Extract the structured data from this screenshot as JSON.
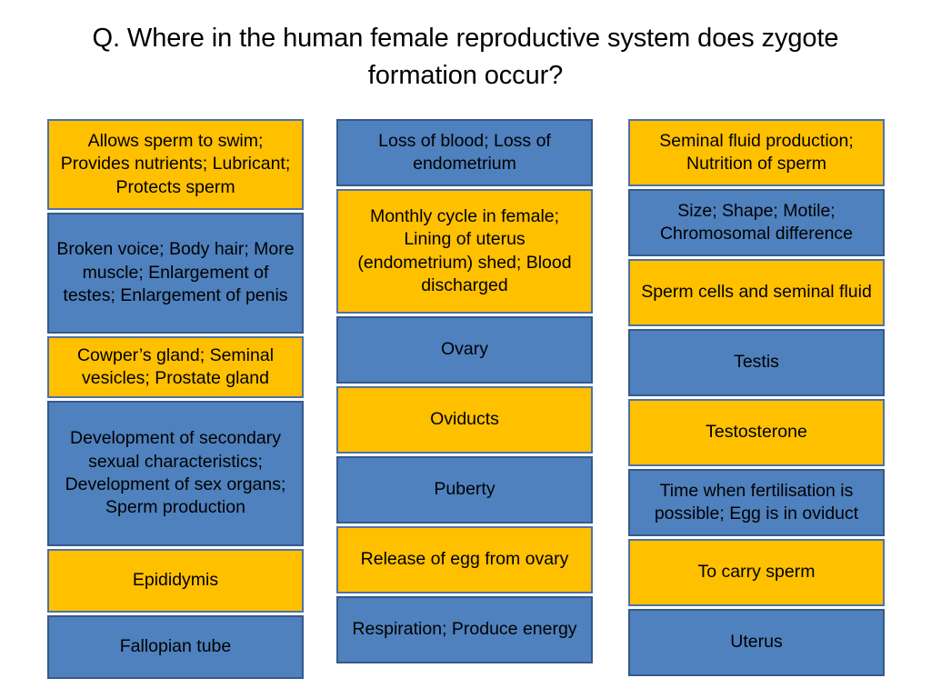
{
  "slide": {
    "title": "Q. Where in the human female reproductive system does zygote formation occur?",
    "background_color": "#ffffff",
    "yellow_color": "#FFC000",
    "yellow_border_color": "#4E71A8",
    "blue_color": "#4E81BD",
    "blue_border_color": "#37598B",
    "text_color": "#000000"
  },
  "columns": [
    {
      "name": "column-1",
      "cards": [
        {
          "text": "Allows sperm to swim; Provides nutrients; Lubricant; Protects sperm",
          "color": "yellow",
          "height": 100
        },
        {
          "text": "Broken voice; Body hair; More muscle; Enlargement of testes; Enlargement of penis",
          "color": "blue",
          "height": 133
        },
        {
          "text": "Cowper’s gland; Seminal vesicles; Prostate gland",
          "color": "yellow",
          "height": 68
        },
        {
          "text": "Development of secondary sexual characteristics; Development of sex organs; Sperm production",
          "color": "blue",
          "height": 160
        },
        {
          "text": "Epididymis",
          "color": "yellow",
          "height": 70
        },
        {
          "text": "Fallopian tube",
          "color": "blue",
          "height": 70
        }
      ]
    },
    {
      "name": "column-2",
      "cards": [
        {
          "text": "Loss of blood; Loss of endometrium",
          "color": "blue",
          "height": 74
        },
        {
          "text": "Monthly cycle in female; Lining of uterus (endometrium) shed; Blood discharged",
          "color": "yellow",
          "height": 137
        },
        {
          "text": "Ovary",
          "color": "blue",
          "height": 74
        },
        {
          "text": "Oviducts",
          "color": "yellow",
          "height": 74
        },
        {
          "text": "Puberty",
          "color": "blue",
          "height": 74
        },
        {
          "text": "Release of egg from ovary",
          "color": "yellow",
          "height": 74
        },
        {
          "text": "Respiration; Produce energy",
          "color": "blue",
          "height": 74
        }
      ]
    },
    {
      "name": "column-3",
      "cards": [
        {
          "text": "Seminal fluid production; Nutrition of sperm",
          "color": "yellow",
          "height": 74
        },
        {
          "text": "Size; Shape; Motile; Chromosomal difference",
          "color": "blue",
          "height": 74
        },
        {
          "text": "Sperm cells and seminal fluid",
          "color": "yellow",
          "height": 74
        },
        {
          "text": "Testis",
          "color": "blue",
          "height": 74
        },
        {
          "text": "Testosterone",
          "color": "yellow",
          "height": 74
        },
        {
          "text": "Time when fertilisation is possible; Egg is in oviduct",
          "color": "blue",
          "height": 74
        },
        {
          "text": "To carry sperm",
          "color": "yellow",
          "height": 74
        },
        {
          "text": "Uterus",
          "color": "blue",
          "height": 74
        }
      ]
    }
  ]
}
